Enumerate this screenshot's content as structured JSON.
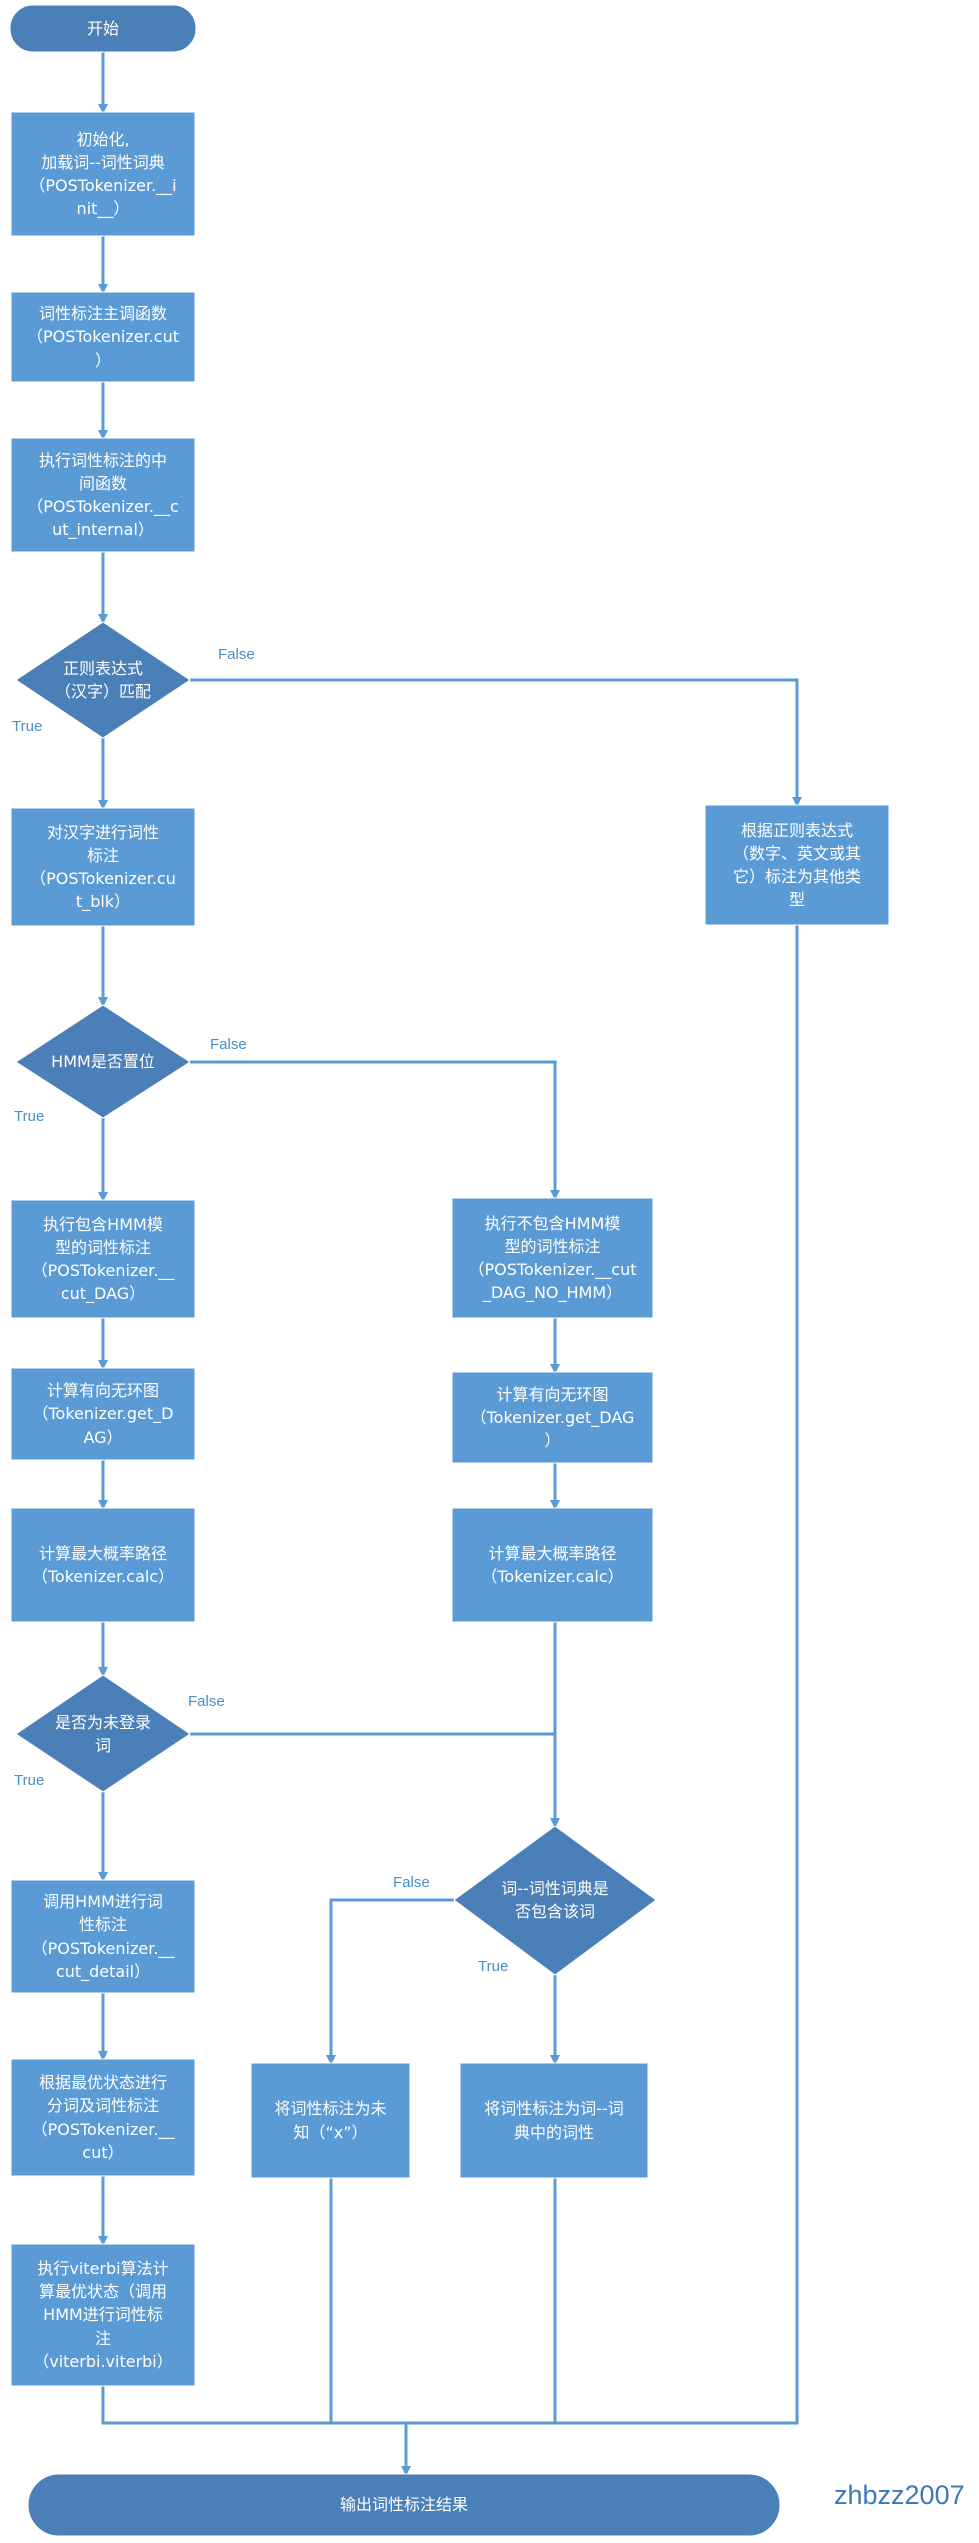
{
  "nodes": {
    "start": {
      "lines": [
        "开始"
      ]
    },
    "init": {
      "lines": [
        "初始化,",
        "加载词--词性词典",
        "（POSTokenizer.__i",
        "nit__）"
      ]
    },
    "cut_main": {
      "lines": [
        "词性标注主调函数",
        "（POSTokenizer.cut",
        "）"
      ]
    },
    "cut_internal": {
      "lines": [
        "执行词性标注的中",
        "间函数",
        "（POSTokenizer.__c",
        "ut_internal）"
      ]
    },
    "regex": {
      "lines": [
        "正则表达式",
        "（汉字）匹配"
      ]
    },
    "other_type": {
      "lines": [
        "根据正则表达式",
        "（数字、英文或其",
        "它）标注为其他类",
        "型"
      ]
    },
    "cut_blk": {
      "lines": [
        "对汉字进行词性",
        "标注",
        "（POSTokenizer.cu",
        "t_blk）"
      ]
    },
    "hmm_set": {
      "lines": [
        "HMM是否置位"
      ]
    },
    "cut_dag": {
      "lines": [
        "执行包含HMM模",
        "型的词性标注",
        "（POSTokenizer.__",
        "cut_DAG）"
      ]
    },
    "cut_dag_no": {
      "lines": [
        "执行不包含HMM模",
        "型的词性标注",
        "（POSTokenizer.__cut",
        "_DAG_NO_HMM）"
      ]
    },
    "get_dag_l": {
      "lines": [
        "计算有向无环图",
        "（Tokenizer.get_D",
        "AG）"
      ]
    },
    "get_dag_r": {
      "lines": [
        "计算有向无环图",
        "（Tokenizer.get_DAG",
        "）"
      ]
    },
    "calc_l": {
      "lines": [
        "计算最大概率路径",
        "（Tokenizer.calc）"
      ]
    },
    "calc_r": {
      "lines": [
        "计算最大概率路径",
        "（Tokenizer.calc）"
      ]
    },
    "oov": {
      "lines": [
        "是否为未登录",
        "词"
      ]
    },
    "dict_has": {
      "lines": [
        "词--词性词典是",
        "否包含该词"
      ]
    },
    "cut_detail": {
      "lines": [
        "调用HMM进行词",
        "性标注",
        "（POSTokenizer.__",
        "cut_detail）"
      ]
    },
    "tag_unknown": {
      "lines": [
        "将词性标注为未",
        "知（“x”）"
      ]
    },
    "tag_dict": {
      "lines": [
        "将词性标注为词--词",
        "典中的词性"
      ]
    },
    "cut_state": {
      "lines": [
        "根据最优状态进行",
        "分词及词性标注",
        "（POSTokenizer.__",
        "cut）"
      ]
    },
    "viterbi": {
      "lines": [
        "执行viterbi算法计",
        "算最优状态（调用",
        "HMM进行词性标",
        "注",
        "（viterbi.viterbi）"
      ]
    },
    "output": {
      "lines": [
        "输出词性标注结果"
      ]
    }
  },
  "edge_labels": {
    "regex_false": "False",
    "regex_true": "True",
    "hmm_false": "False",
    "hmm_true": "True",
    "oov_false": "False",
    "oov_true": "True",
    "dict_false": "False",
    "dict_true": "True"
  },
  "watermark": "zhbzz2007",
  "colors": {
    "box_fill": "#5b9bd5",
    "diamond_fill": "#4a7fb8",
    "terminal_fill": "#4a7fb8",
    "line": "#5b9bd5",
    "label_text": "#ffffff",
    "edge_label": "#4a8ec7",
    "watermark": "#3d78b8"
  }
}
